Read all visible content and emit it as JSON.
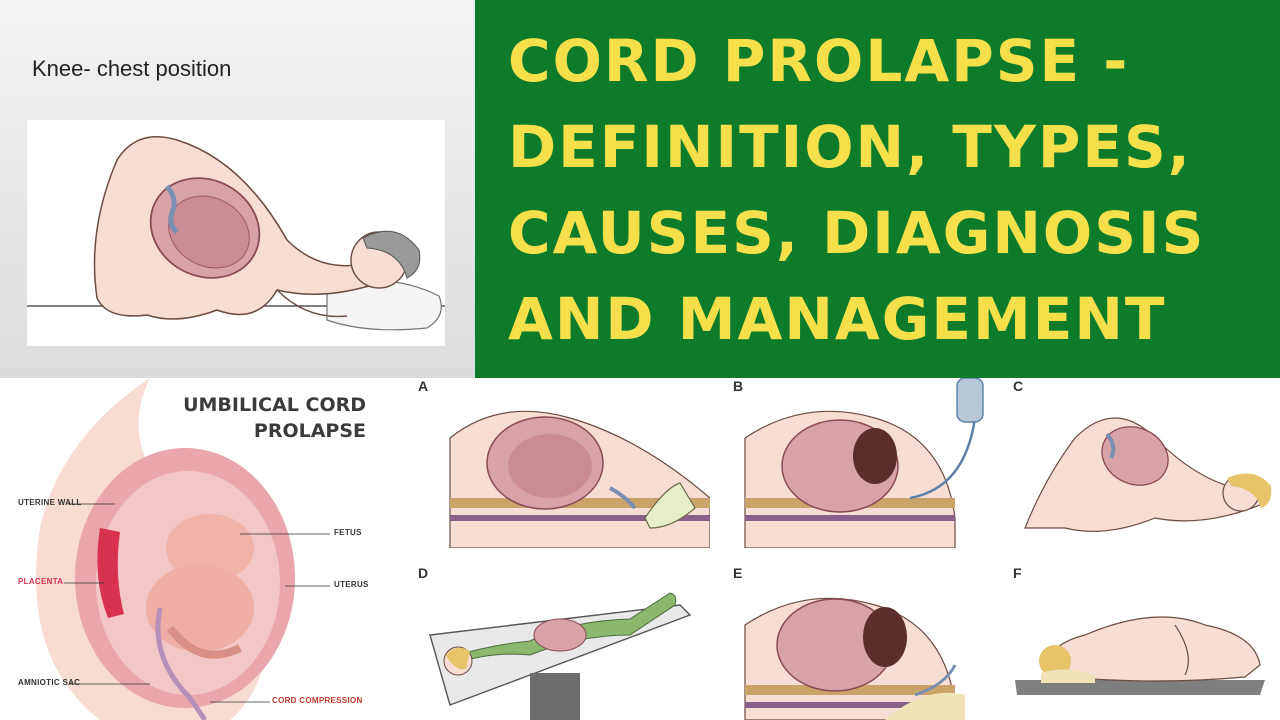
{
  "knee_panel": {
    "title": "Knee- chest position"
  },
  "banner": {
    "title_lines": [
      "CORD PROLAPSE -",
      "DEFINITION, TYPES,",
      "CAUSES, DIAGNOSIS",
      "AND MANAGEMENT"
    ],
    "background": "#0e7b2b",
    "text_color": "#f5e04c"
  },
  "cord_diagram": {
    "heading_lines": [
      "UMBILICAL CORD",
      "PROLAPSE"
    ],
    "labels": {
      "uterine_wall": "UTERINE WALL",
      "placenta": "PLACENTA",
      "amniotic_sac": "AMNIOTIC SAC",
      "fetus": "FETUS",
      "uterus": "UTERUS",
      "cord_compression": "CORD COMPRESSION"
    },
    "placenta_color": "#d8324f",
    "cord_compression_color": "#c0392b"
  },
  "positions": [
    {
      "letter": "A"
    },
    {
      "letter": "B"
    },
    {
      "letter": "C"
    },
    {
      "letter": "D"
    },
    {
      "letter": "E"
    },
    {
      "letter": "F"
    }
  ]
}
